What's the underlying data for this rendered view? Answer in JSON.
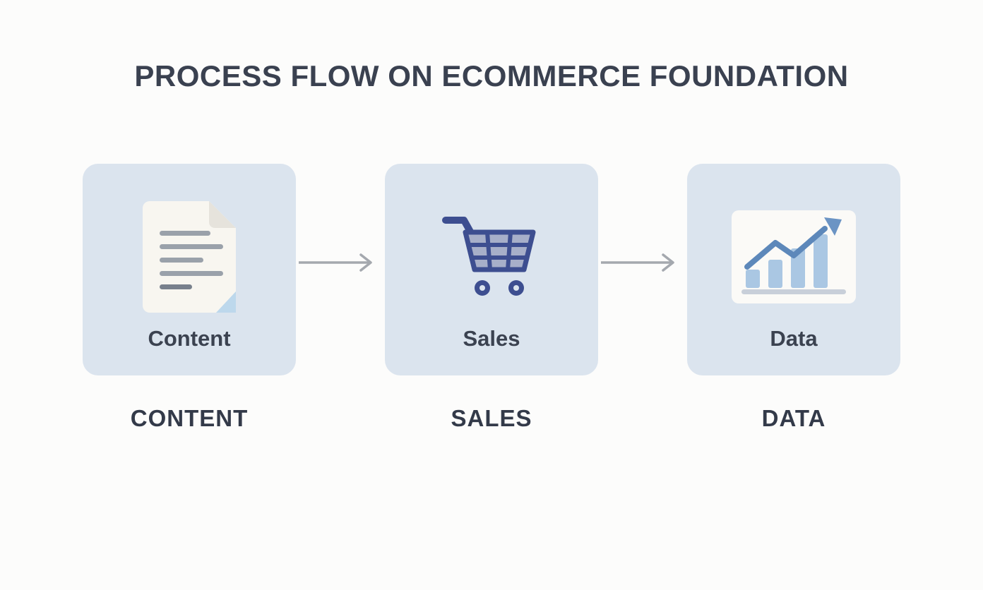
{
  "title": "PROCESS FLOW ON ECOMMERCE FOUNDATION",
  "steps": [
    {
      "label": "Content",
      "caption": "CONTENT",
      "icon": "document-icon"
    },
    {
      "label": "Sales",
      "caption": "SALES",
      "icon": "shopping-cart-icon"
    },
    {
      "label": "Data",
      "caption": "DATA",
      "icon": "bar-chart-icon"
    }
  ],
  "colors": {
    "background": "#fcfcfb",
    "card_background": "#dbe4ee",
    "title_text": "#3a4150",
    "caption_text": "#333a49",
    "card_label_text": "#3b4250",
    "arrow_gray": "#a4a8ae",
    "cart_navy": "#3d4e90",
    "chart_bar_blue": "#aac7e3",
    "chart_trend_blue": "#5d88ba",
    "document_page": "#f8f6f0",
    "document_corner_blue": "#bdd8ec"
  }
}
